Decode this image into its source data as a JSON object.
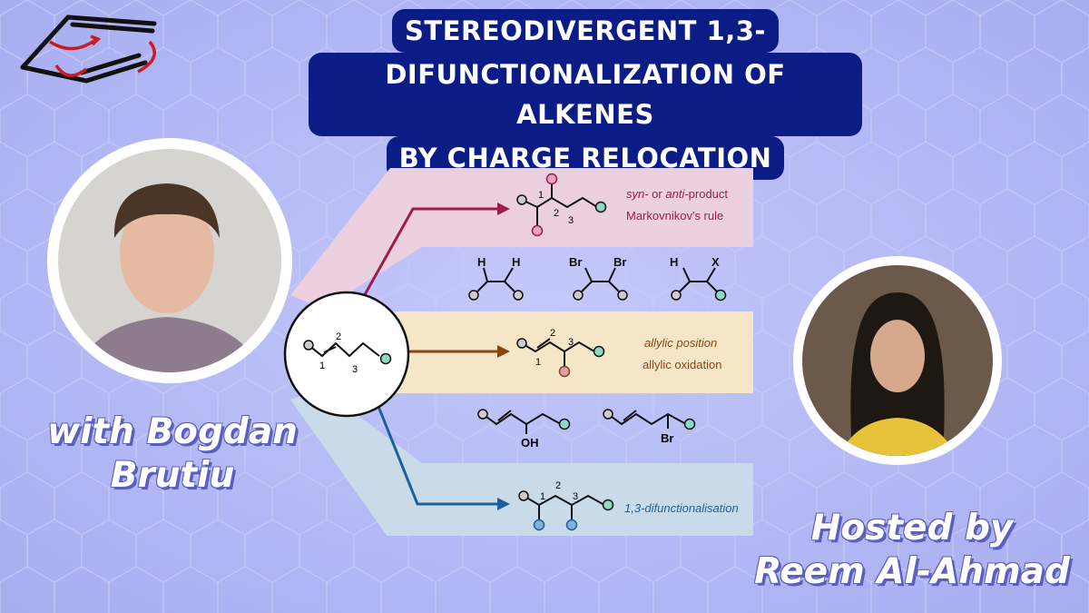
{
  "title": {
    "line1": "STEREODIVERGENT 1,3-",
    "line2": "DIFUNCTIONALIZATION OF ALKENES",
    "line3": "BY CHARGE RELOCATION"
  },
  "guest": {
    "line1": "with Bogdan",
    "line2": "Brutiu"
  },
  "host": {
    "line1": "Hosted by",
    "line2": "Reem Al-Ahmad"
  },
  "colors": {
    "background": "#b9bdf3",
    "title_bg": "#0c1c86",
    "pink_band": "#ecd0df",
    "yellow_band": "#f6e6c8",
    "blue_band": "#c9dbe9",
    "arrow_red": "#9c1d47",
    "arrow_brown": "#8b4513",
    "arrow_blue": "#1d5f9c"
  },
  "scheme": {
    "start": {
      "n1": "1",
      "n2": "2",
      "n3": "3"
    },
    "top": {
      "n1": "1",
      "n2": "2",
      "n3": "3",
      "syn": "syn-",
      "or": " or ",
      "anti": "anti-",
      "product": "product",
      "rule": "Markovnikov's rule"
    },
    "halides": {
      "h1": "H",
      "h2": "H",
      "br1": "Br",
      "br2": "Br",
      "h3": "H",
      "x": "X"
    },
    "mid": {
      "n1": "1",
      "n2": "2",
      "n3": "3",
      "allylic_position": "allylic position",
      "allylic_oxidation": "allylic oxidation"
    },
    "examples": {
      "oh": "OH",
      "br": "Br"
    },
    "bottom": {
      "n1": "1",
      "n2": "2",
      "n3": "3",
      "label": "1,3-difunctionalisation"
    }
  }
}
